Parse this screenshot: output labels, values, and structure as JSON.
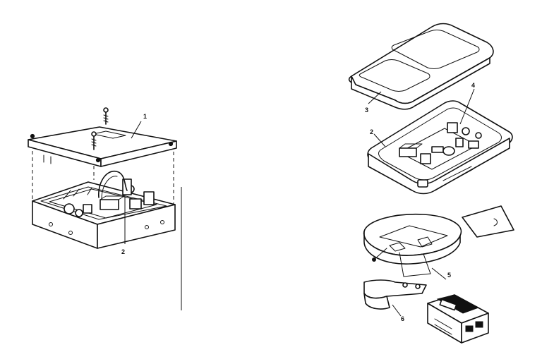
{
  "callouts": {
    "left_cover": "1",
    "left_board": "2",
    "remote_top_cover": "3",
    "remote_base": "2",
    "remote_board_component": "4",
    "battery": "5",
    "visor_clip": "6"
  }
}
